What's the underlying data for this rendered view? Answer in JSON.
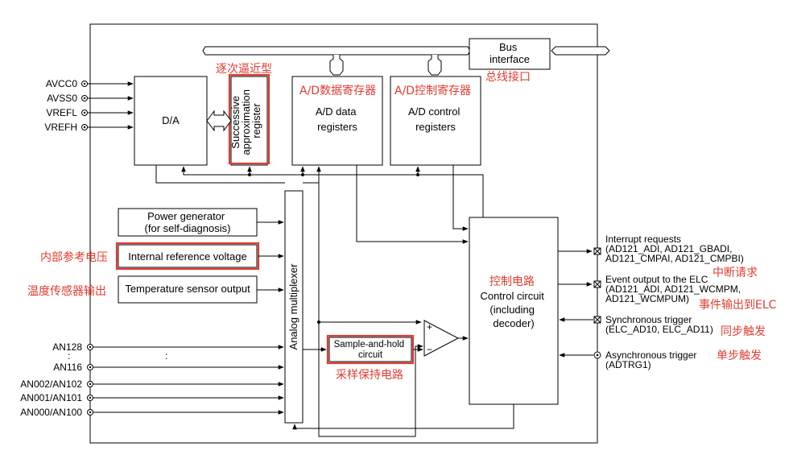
{
  "blocks": {
    "da": "D/A",
    "sar": [
      "Successive",
      "approximation",
      "register"
    ],
    "data_reg": [
      "A/D data",
      "registers"
    ],
    "ctrl_reg": [
      "A/D control",
      "registers"
    ],
    "bus": [
      "Bus",
      "interface"
    ],
    "power_gen": [
      "Power generator",
      "(for self-diagnosis)"
    ],
    "int_ref": "Internal reference voltage",
    "temp": "Temperature sensor output",
    "mux": "Analog multiplexer",
    "sh": [
      "Sample-and-hold",
      "circuit"
    ],
    "control": [
      "Control circuit",
      "(including",
      "decoder)"
    ],
    "plus": "+",
    "minus": "−"
  },
  "left_pins": [
    "AVCC0",
    "AVSS0",
    "VREFL",
    "VREFH"
  ],
  "analog_pins": [
    "AN128",
    "AN116",
    "AN002/AN102",
    "AN001/AN101",
    "AN000/AN100"
  ],
  "ellipsis": ":",
  "right_signals": {
    "interrupt": [
      "Interrupt requests",
      "(AD121_ADI, AD121_GBADI,",
      "AD121_CMPAI, AD121_CMPBI)"
    ],
    "event": [
      "Event output to the ELC",
      "(AD121_ADI, AD121_WCMPM,",
      "AD121_WCMPUM)"
    ],
    "sync": [
      "Synchronous trigger",
      "(ELC_AD10, ELC_AD11)"
    ],
    "async": [
      "Asynchronous trigger",
      "(ADTRG1)"
    ]
  },
  "annotations": {
    "sar": "逐次逼近型",
    "data_reg": "A/D数据寄存器",
    "ctrl_reg": "A/D控制寄存器",
    "bus": "总线接口",
    "int_ref": "内部参考电压",
    "temp": "温度传感器输出",
    "sh": "采样保持电路",
    "control": "控制电路",
    "interrupt": "中断请求",
    "event": "事件输出到ELC",
    "sync": "同步触发",
    "async": "单步触发"
  },
  "colors": {
    "annotation": "#e03c31",
    "line": "#000000"
  }
}
